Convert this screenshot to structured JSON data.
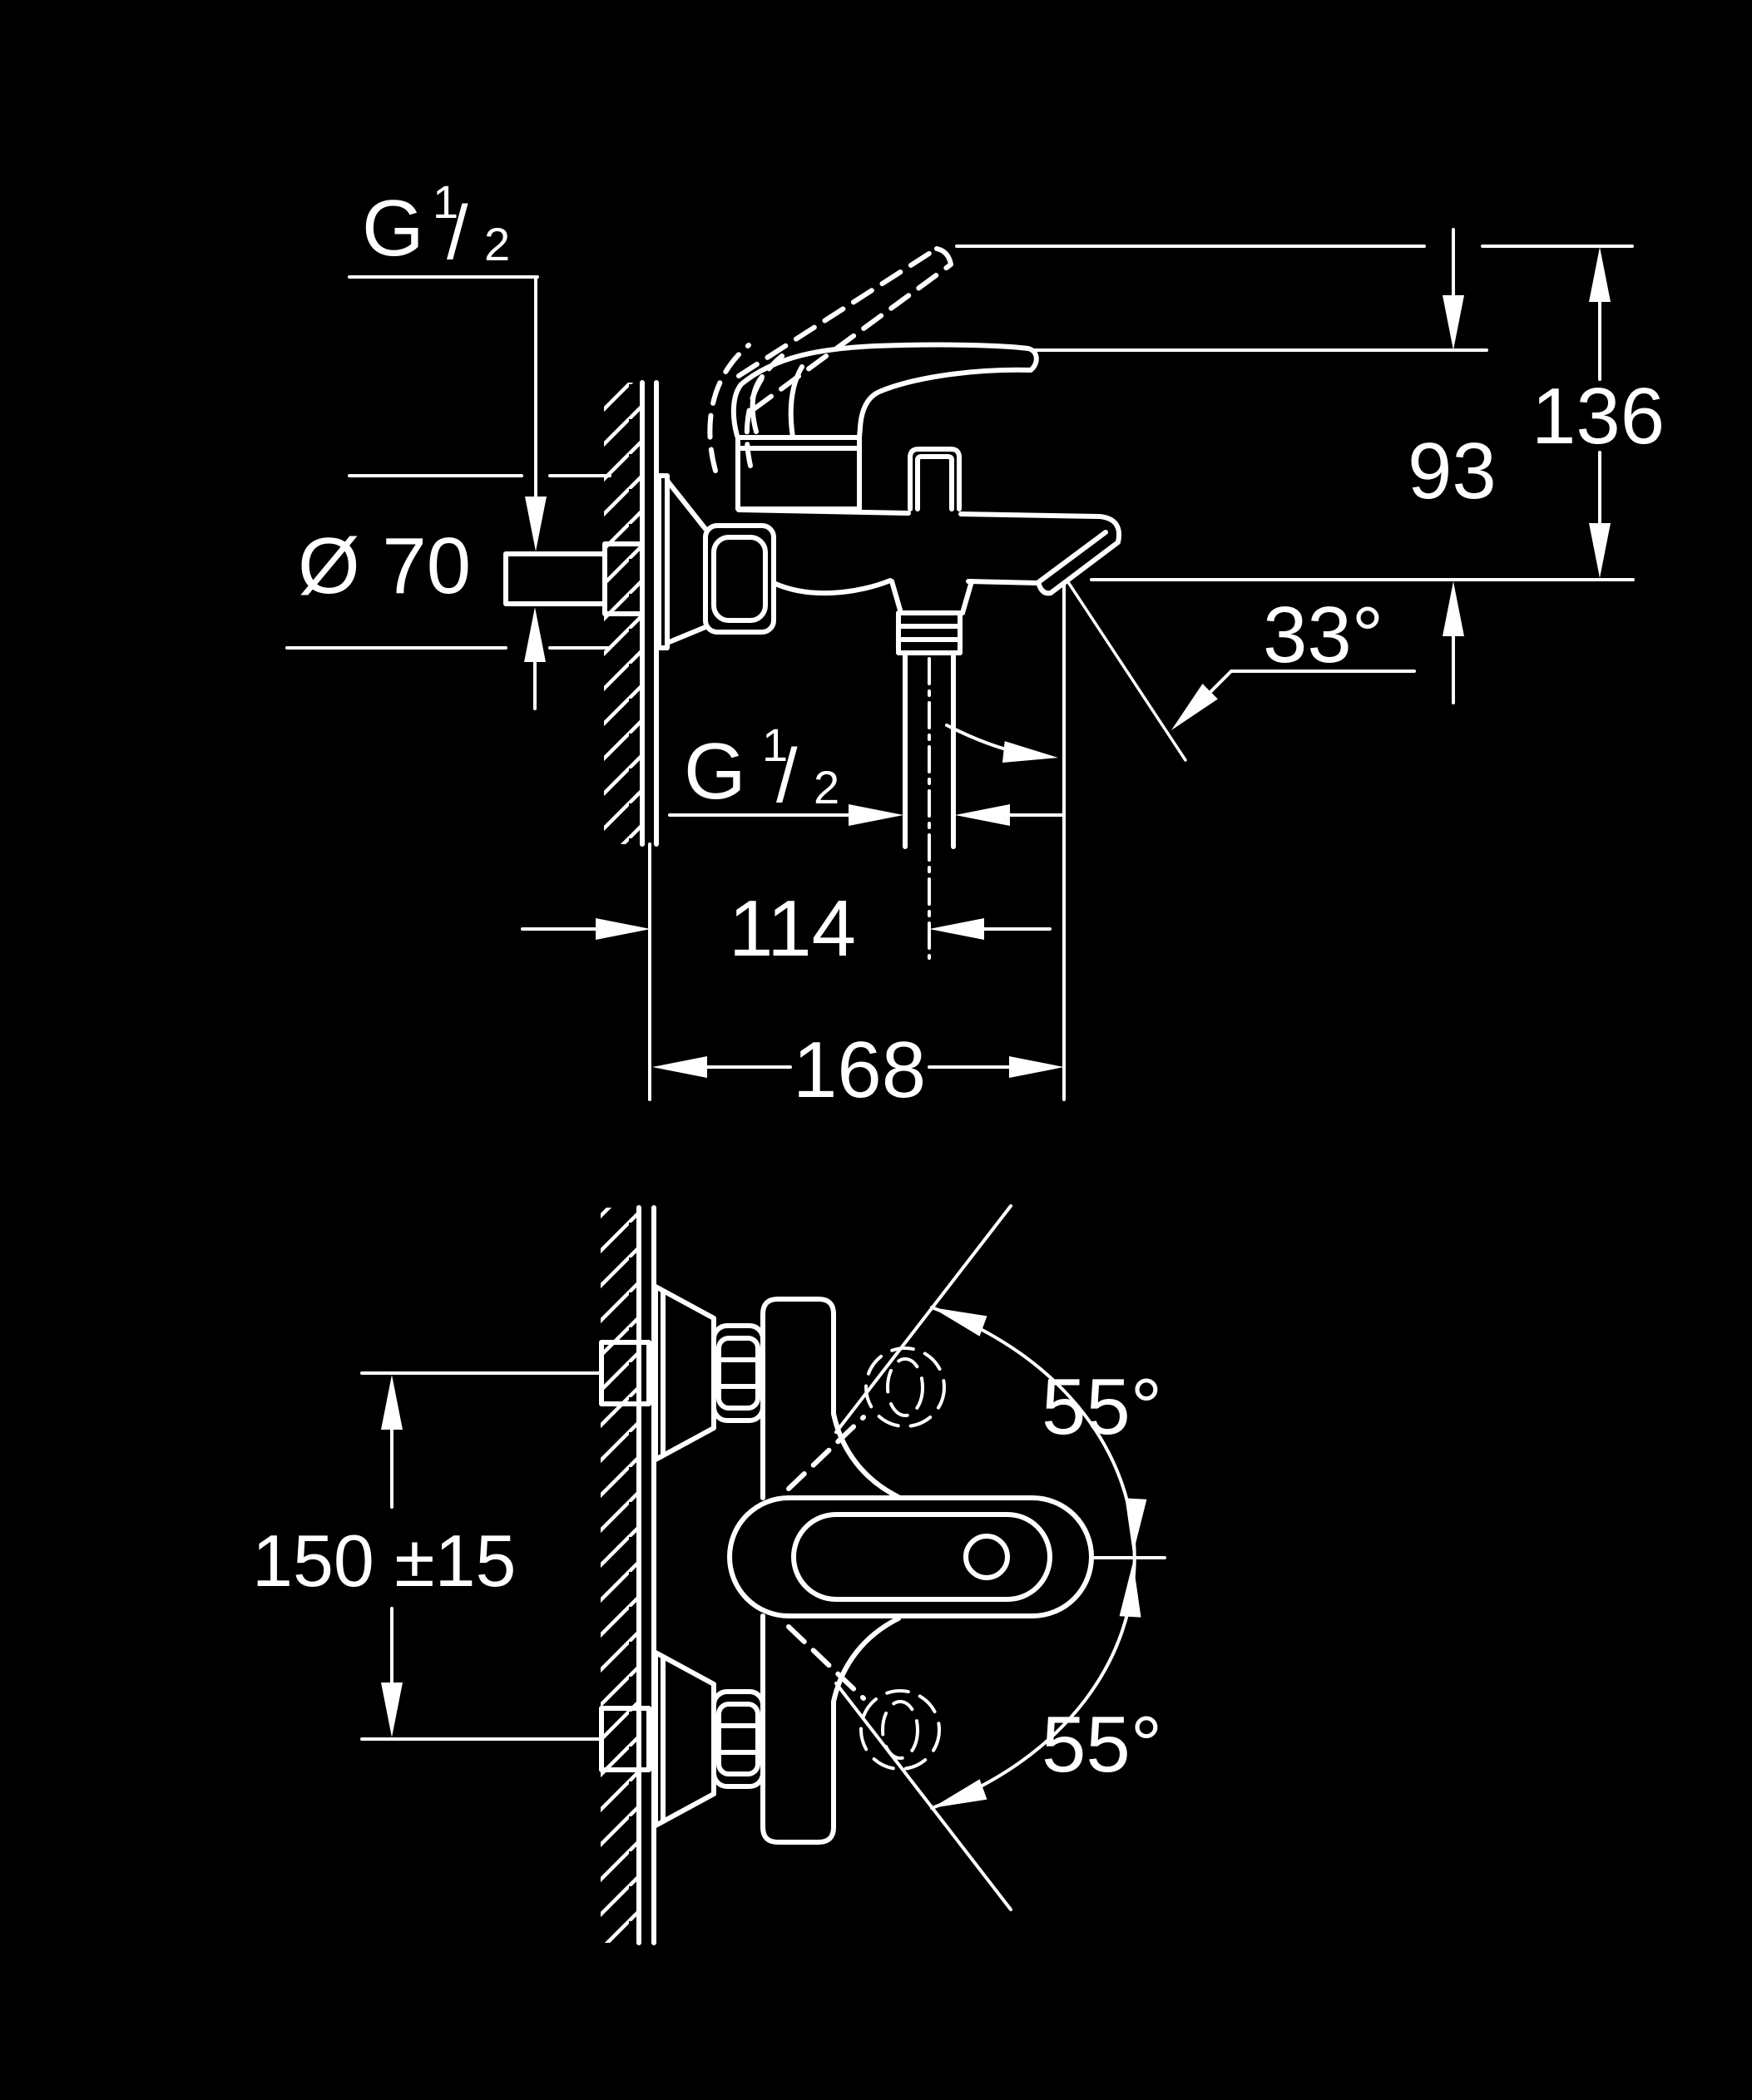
{
  "colors": {
    "background": "#000000",
    "lines": "#ffffff"
  },
  "labels": {
    "thread": {
      "base": "G",
      "numerator": "1",
      "slash": "/",
      "denominator": "2"
    },
    "escutcheon_diameter": "Ø 70",
    "height_total": "136",
    "height_spout_to_handle": "93",
    "spout_angle": "33°",
    "wall_to_hose": "114",
    "spout_projection": "168",
    "inlet_spacing": "150 ±15",
    "lever_swing_up": "55°",
    "lever_swing_down": "55°"
  }
}
